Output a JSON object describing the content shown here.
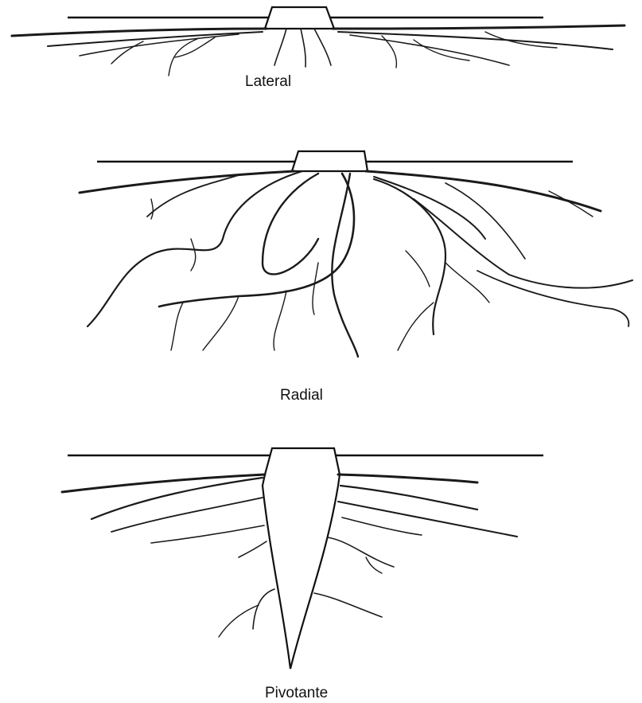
{
  "figure": {
    "panels": [
      {
        "id": "lateral",
        "caption": "Lateral"
      },
      {
        "id": "radial",
        "caption": "Radial"
      },
      {
        "id": "pivotante",
        "caption": "Pivotante"
      }
    ],
    "colors": {
      "ink": "#111111",
      "background": "#ffffff"
    }
  }
}
